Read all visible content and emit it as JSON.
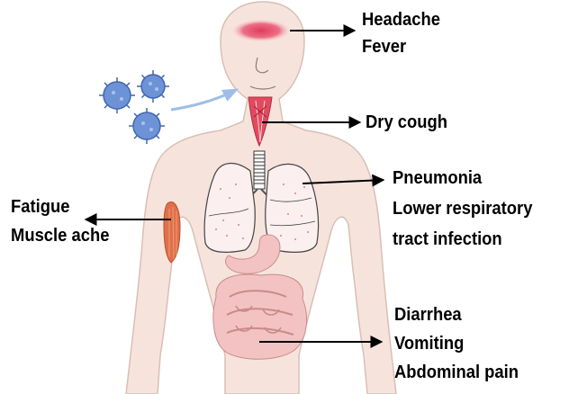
{
  "labels": {
    "head": [
      "Headache",
      "Fever"
    ],
    "throat": [
      "Dry cough"
    ],
    "lungs": [
      "Pneumonia",
      "Lower respiratory",
      "tract infection"
    ],
    "arm": [
      "Fatigue",
      "Muscle ache"
    ],
    "gut": [
      "Diarrhea",
      "Vomiting",
      "Abdominal pain"
    ]
  },
  "colors": {
    "skin": "#f6e4dc",
    "skin_outline": "#d9bfb3",
    "inflamed": "#e03a5c",
    "lung_fill": "#fbeff0",
    "organ_pink": "#f3c3c3",
    "muscle": "#e0704a",
    "virus": "#6d93d6",
    "arrow": "#000000"
  },
  "icons": [
    "virus-icon",
    "inhalation-arrow-icon"
  ]
}
